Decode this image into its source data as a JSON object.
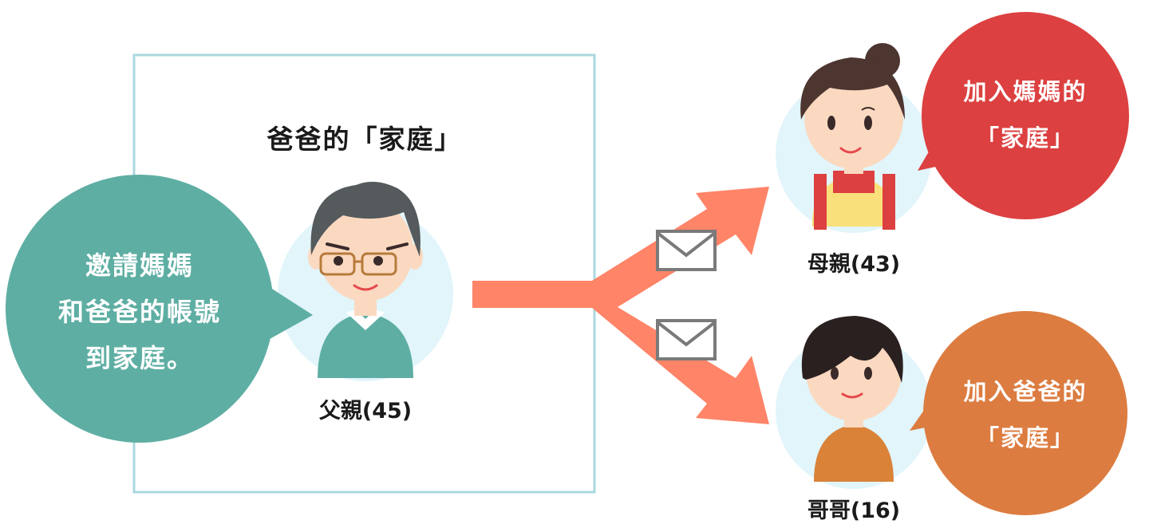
{
  "family_box": {
    "title": "爸爸的「家庭」"
  },
  "invite_bubble": {
    "lines": [
      "邀請媽媽",
      "和爸爸的帳號",
      "到家庭。"
    ]
  },
  "people": {
    "father": {
      "label": "父親(45)"
    },
    "mother": {
      "label": "母親(43)"
    },
    "brother": {
      "label": "哥哥(16)"
    }
  },
  "mother_bubble": {
    "lines": [
      "加入媽媽的",
      "「家庭」"
    ]
  },
  "brother_bubble": {
    "lines": [
      "加入爸爸的",
      "「家庭」"
    ]
  },
  "colors": {
    "box_border": "#a9d8df",
    "invite_bubble": "#5eaea3",
    "arrow": "#ff8468",
    "mother_bubble": "#dc4040",
    "brother_bubble": "#dc7c40",
    "avatar_bg": "#e1f5fb",
    "envelope": "#7a7a7a"
  },
  "icons": [
    "envelope-icon",
    "envelope-icon"
  ]
}
